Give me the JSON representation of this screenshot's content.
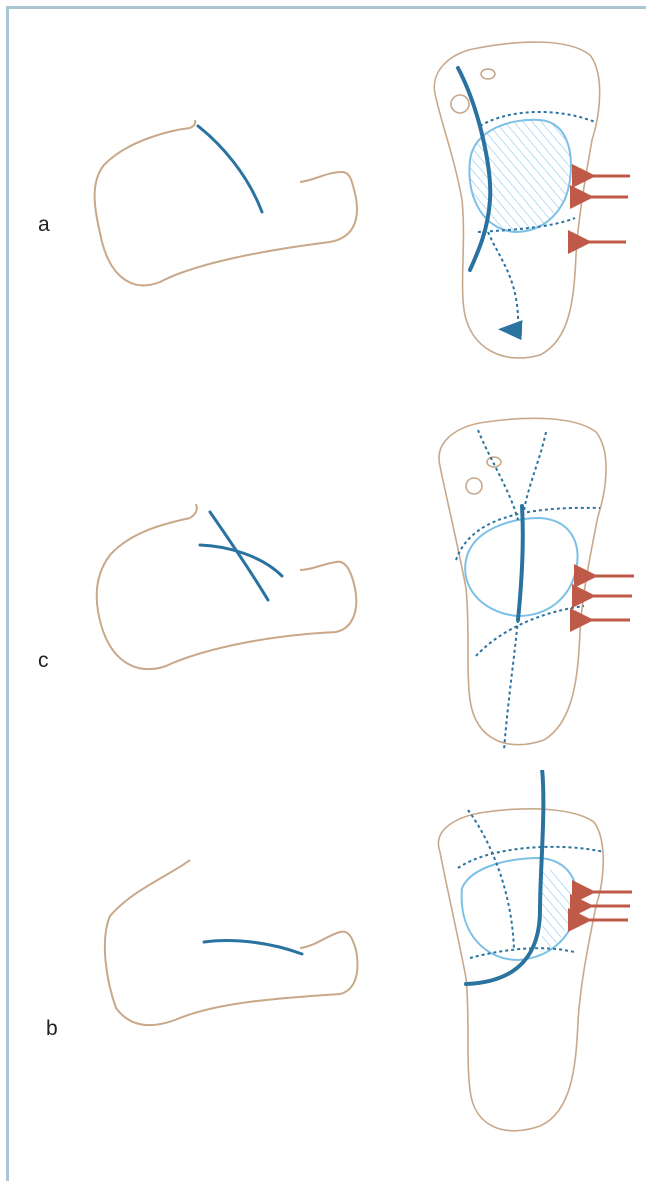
{
  "colors": {
    "frame": "#a9c6d2",
    "bone_outline": "#c9a88a",
    "fracture_line": "#2a73a0",
    "fragment_outline": "#7cc0e6",
    "hatch": "#8cc8ea",
    "force_arrow": "#c05a48"
  },
  "panels": [
    {
      "label": "a"
    },
    {
      "label": "c"
    },
    {
      "label": "b"
    }
  ]
}
